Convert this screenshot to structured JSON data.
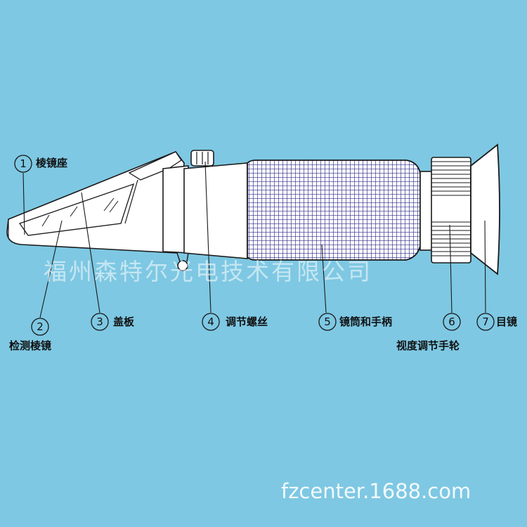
{
  "parts": [
    {
      "number": "1",
      "label": "棱镜座"
    },
    {
      "number": "2",
      "label": "检测棱镜"
    },
    {
      "number": "3",
      "label": "盖板"
    },
    {
      "number": "4",
      "label": "调节螺丝"
    },
    {
      "number": "5",
      "label": "镜筒和手柄"
    },
    {
      "number": "6",
      "label": "视度调节手轮"
    },
    {
      "number": "7",
      "label": "目镜"
    }
  ],
  "watermark": "福州森特尔光电技术有限公司",
  "website": "fzcenter.1688.com",
  "colors": {
    "background": "#7ec8e3",
    "body_fill": "#ffffff",
    "outline": "#1a1a1a",
    "grip_mesh": "#2b2b8c"
  }
}
